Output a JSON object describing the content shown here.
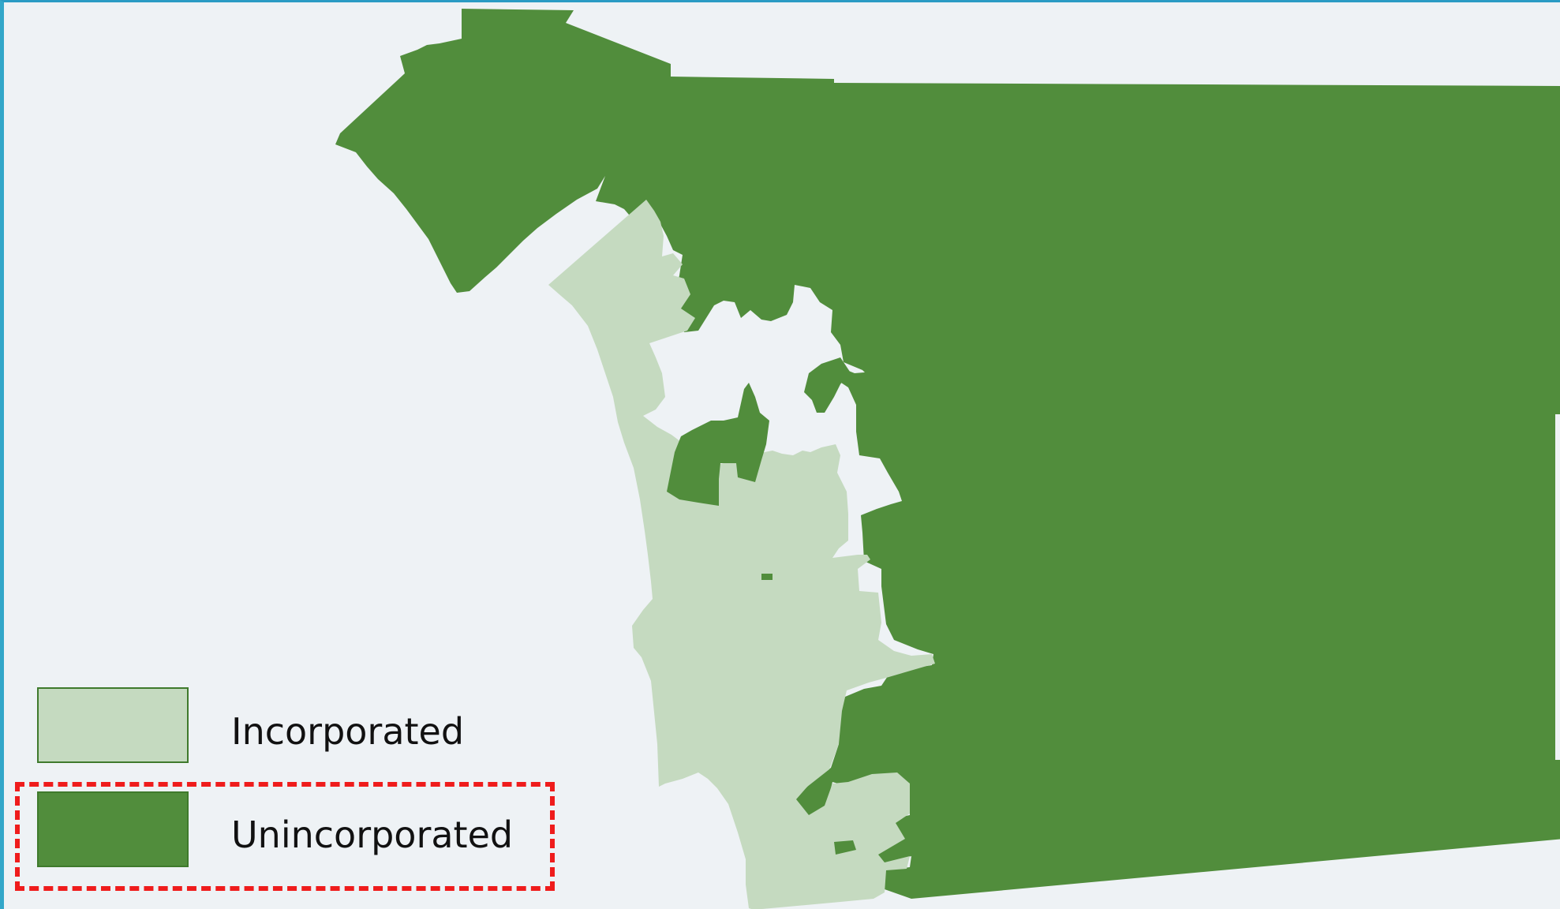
{
  "map": {
    "colors": {
      "background": "#eef2f5",
      "incorporated": "#c5dac0",
      "unincorporated": "#518d3c",
      "highlight": "#ef1c1c",
      "frame": "#33a7c9"
    }
  },
  "legend": {
    "items": [
      {
        "label": "Incorporated",
        "color": "#c5dac0"
      },
      {
        "label": "Unincorporated",
        "color": "#518d3c"
      }
    ],
    "highlighted": "Unincorporated"
  }
}
